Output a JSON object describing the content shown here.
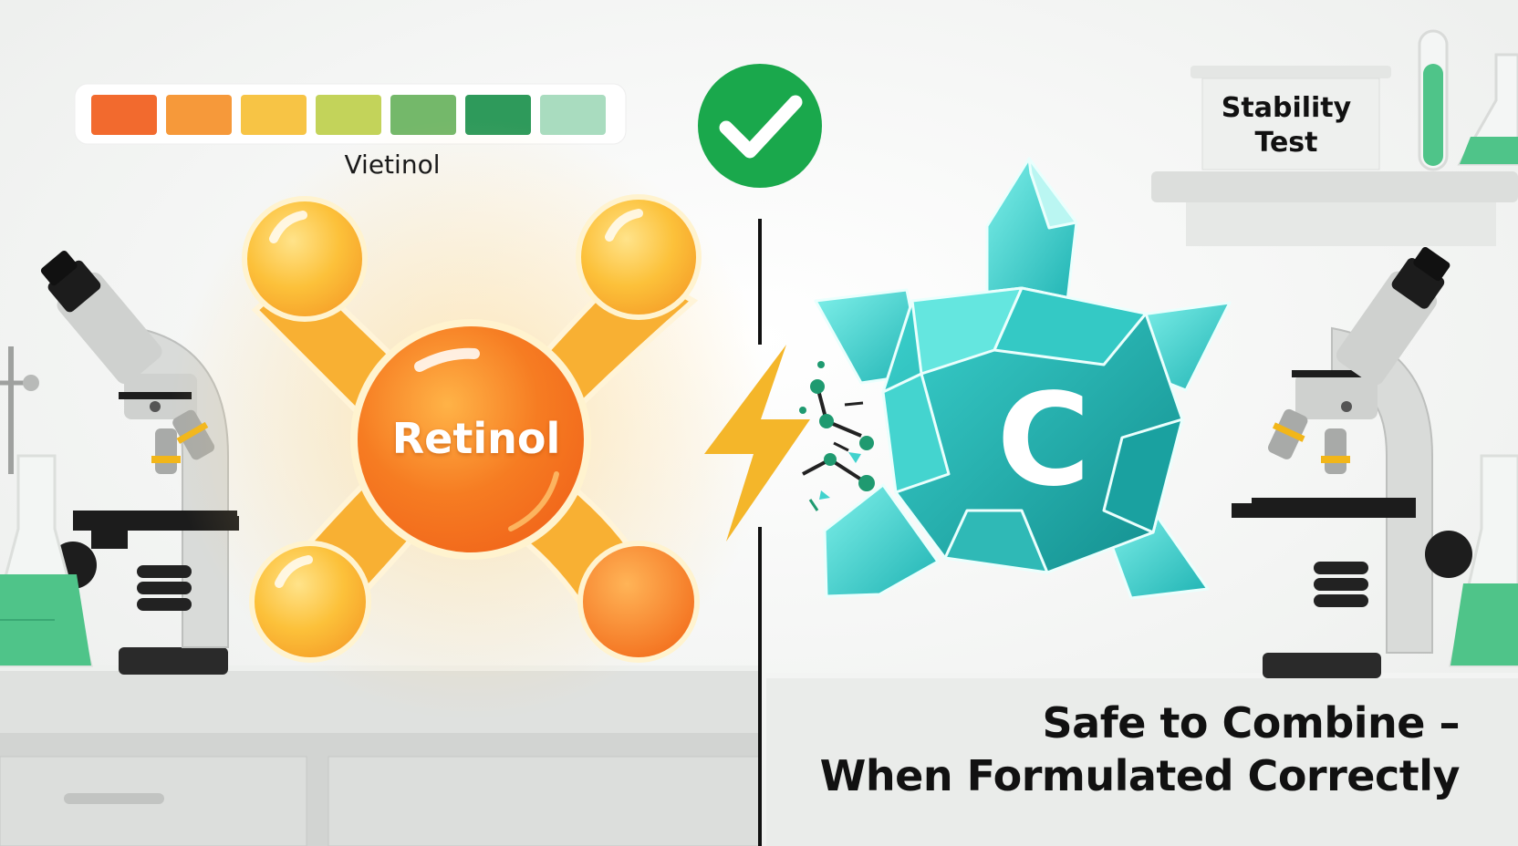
{
  "scale": {
    "caption": "Vietinol",
    "segment_colors": [
      "#f26a2e",
      "#f6993a",
      "#f7c445",
      "#c3d35a",
      "#74b86a",
      "#2e9a5b",
      "#a9dcbf"
    ]
  },
  "check_badge": {
    "icon": "check-icon",
    "color": "#1aa84c"
  },
  "retinol": {
    "label": "Retinol"
  },
  "vitamin_c": {
    "label": "C"
  },
  "stability": {
    "line1": "Stability",
    "line2": "Test"
  },
  "headline": {
    "line1": "Safe to Combine –",
    "line2": "When Formulated Correctly"
  },
  "colors": {
    "retinol_orange": "#f37a22",
    "retinol_yellow": "#fbc23c",
    "crystal_teal": "#2ec5c4",
    "crystal_dark": "#13908f",
    "lightning": "#f4b62a",
    "lab_green": "#4fc489"
  }
}
